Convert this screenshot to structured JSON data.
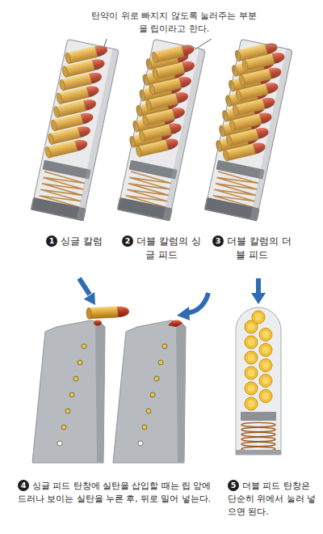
{
  "diagram": {
    "labels": [
      "탄약이 위로 빠지지 않도록 눌러주는 부분을 립이라고 한다.",
      "1",
      "싱글 칼럼",
      "2",
      "더블 칼럼의 싱글 피드",
      "3",
      "더블 칼럼의 더블 피드",
      "4",
      "싱글 피드 탄창에 실탄을 삽입할 때는 립 앞에 드러나 보이는 실탄을 누른 후, 뒤로 밀어 넣는다.",
      "5",
      "더블 피드 탄창은 단순히 위에서 눌러 넣으면 된다."
    ]
  }
}
